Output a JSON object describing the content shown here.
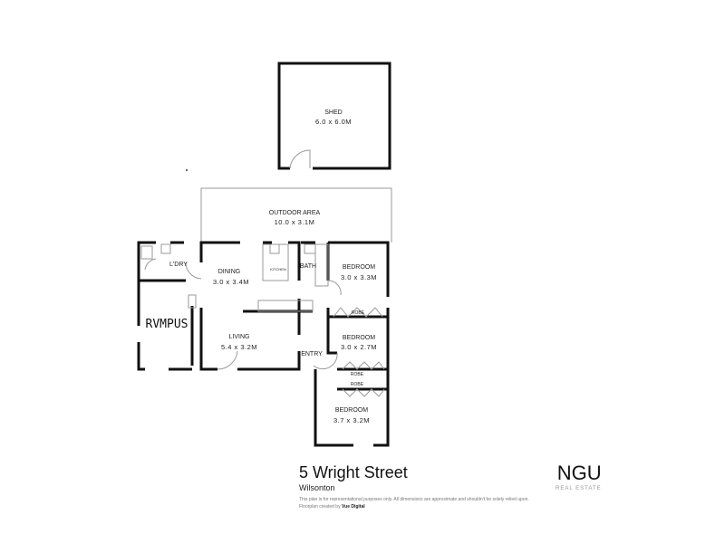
{
  "shed": {
    "label": "SHED",
    "size": "6.0 x 6.0M"
  },
  "outdoor": {
    "label": "OUTDOOR AREA",
    "size": "10.0 x 3.1M"
  },
  "rooms": {
    "laundry": "L'DRY",
    "dining": {
      "label": "DINING",
      "size": "3.0 x 3.4M"
    },
    "kitchen": "KITCHEN",
    "bath": "BATH",
    "bedroom1": {
      "label": "BEDROOM",
      "size": "3.0 x 3.3M"
    },
    "robe1": "ROBE",
    "bedroom2": {
      "label": "BEDROOM",
      "size": "3.0 x 2.7M"
    },
    "entry": "ENTRY",
    "living": {
      "label": "LIVING",
      "size": "5.4 x 3.2M"
    },
    "rumpus": "RVMPUS",
    "robe2": "ROBE",
    "robe3": "ROBE",
    "bedroom3": {
      "label": "BEDROOM",
      "size": "3.7 x 3.2M"
    }
  },
  "footer": {
    "address": "5 Wright Street",
    "suburb": "Wilsonton",
    "disclaimer": "This plan is for representational purposes only. All dimensions are approximate and shouldn't be solely relied upon.",
    "credit_prefix": "Floorplan created by",
    "credit_name": "Vue Digital"
  },
  "brand": {
    "name": "NGU",
    "tagline": "REAL ESTATE"
  }
}
